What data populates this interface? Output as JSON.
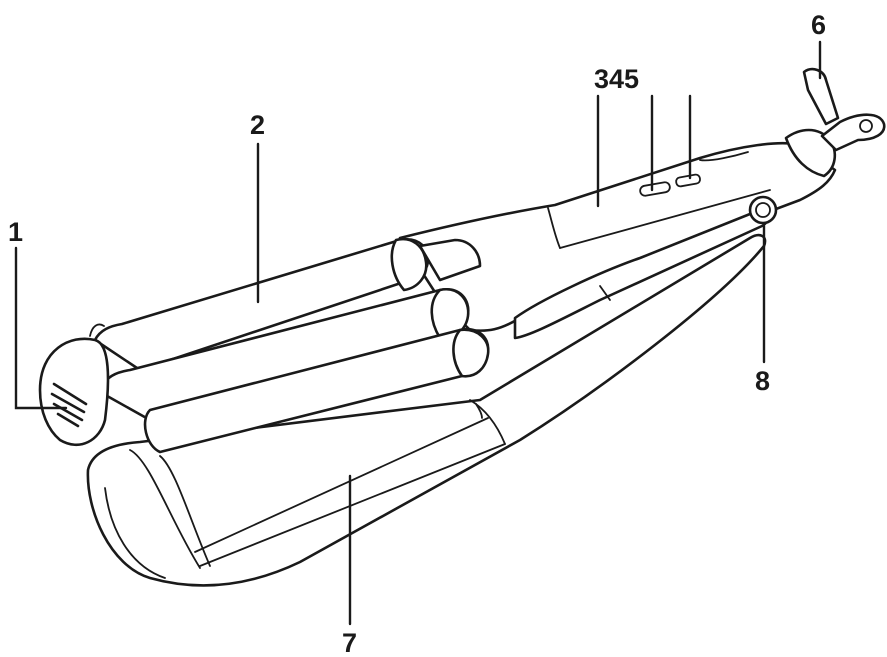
{
  "callouts": {
    "c1": "1",
    "c2": "2",
    "c345": "345",
    "c6": "6",
    "c7": "7",
    "c8": "8"
  },
  "colors": {
    "ink": "#1a1a1a",
    "background": "#ffffff"
  }
}
